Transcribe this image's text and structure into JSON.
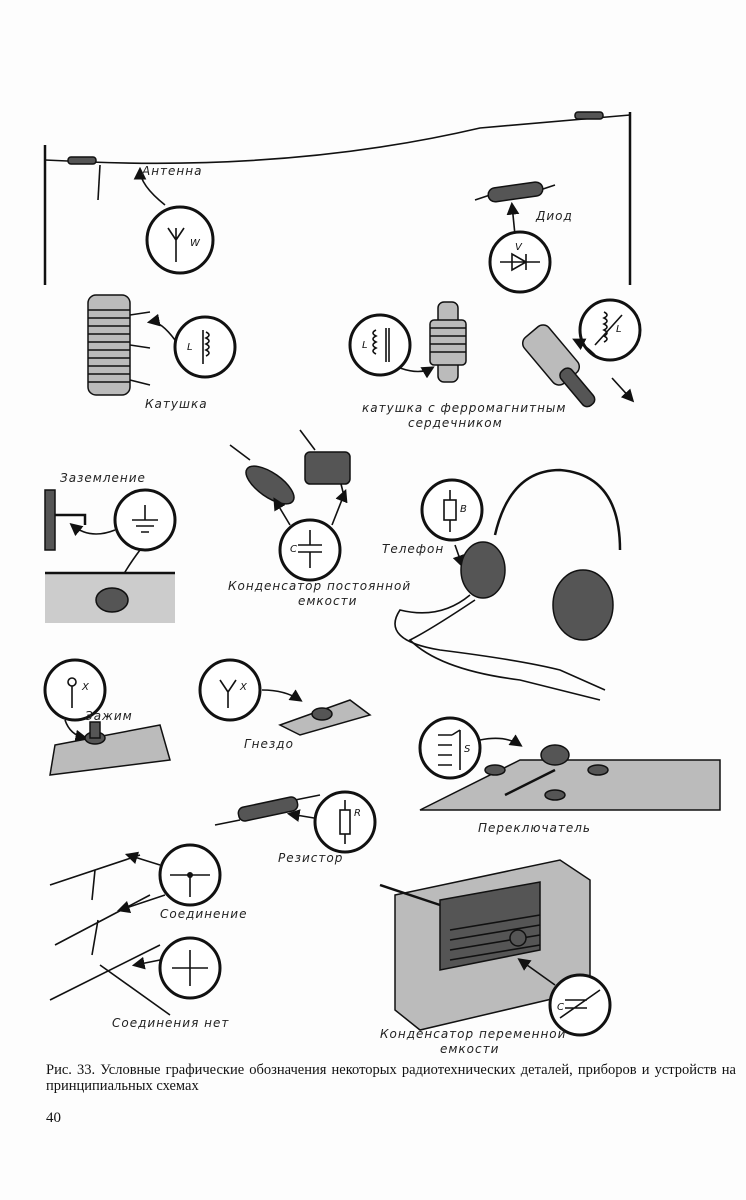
{
  "labels": {
    "antenna": "Антенна",
    "diode": "Диод",
    "coil": "Катушка",
    "ferro_coil_1": "катушка с ферромагнитным",
    "ferro_coil_2": "сердечником",
    "ground": "Заземление",
    "capacitor_1": "Конденсатор постоянной",
    "capacitor_2": "емкости",
    "phone": "Телефон",
    "clamp": "Зажим",
    "socket": "Гнездо",
    "switch": "Переключатель",
    "resistor": "Резистор",
    "junction": "Соединение",
    "no_junction": "Соединения нет",
    "var_cap_1": "Конденсатор переменной",
    "var_cap_2": "емкости"
  },
  "symbols": {
    "antenna": "W",
    "diode": "V",
    "coil": "L",
    "ferro_coil": "L",
    "variometer": "L",
    "capacitor": "C",
    "phone": "B",
    "clamp": "X",
    "socket": "X",
    "switch": "S",
    "resistor": "R",
    "var_cap": "C"
  },
  "caption": "Рис. 33. Условные графические обозначения некоторых радиотехнических деталей, приборов и устройств на принципиальных схемах",
  "page_number": "40"
}
